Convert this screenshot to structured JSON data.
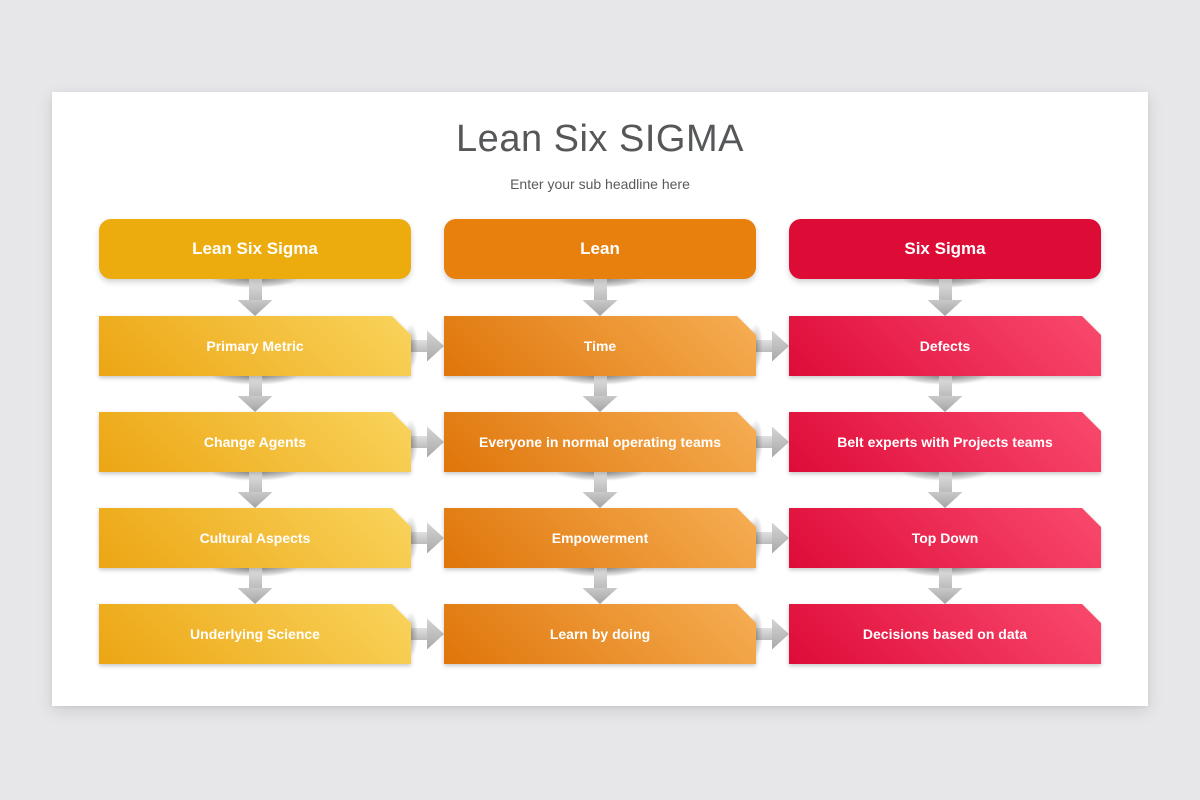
{
  "page": {
    "title": "Lean Six SIGMA",
    "subtitle": "Enter your sub headline here"
  },
  "colors": {
    "background": "#e7e6e9",
    "card": "#ffffff",
    "title_text": "#555759",
    "subtitle_text": "#5a5a5a",
    "box_text": "#ffffff",
    "arrow_light": "#e0e0e0",
    "arrow_dark": "#bcbcbc",
    "themes": {
      "yellow": {
        "header": "#edac0d",
        "grad_start": "#eca513",
        "grad_end": "#f9d45c"
      },
      "orange": {
        "header": "#e8800d",
        "grad_start": "#df750a",
        "grad_end": "#f6ae53"
      },
      "red": {
        "header": "#dd0c37",
        "grad_start": "#de0b38",
        "grad_end": "#fa4a6e"
      }
    }
  },
  "columns": [
    {
      "id": "lean-six-sigma",
      "header": "Lean Six Sigma",
      "theme": "yellow",
      "items": [
        "Primary Metric",
        "Change Agents",
        "Cultural Aspects",
        "Underlying Science"
      ]
    },
    {
      "id": "lean",
      "header": "Lean",
      "theme": "orange",
      "items": [
        "Time",
        "Everyone in normal operating teams",
        "Empowerment",
        "Learn by doing"
      ]
    },
    {
      "id": "six-sigma",
      "header": "Six Sigma",
      "theme": "red",
      "items": [
        "Defects",
        "Belt experts with Projects teams",
        "Top Down",
        "Decisions based on data"
      ]
    }
  ]
}
